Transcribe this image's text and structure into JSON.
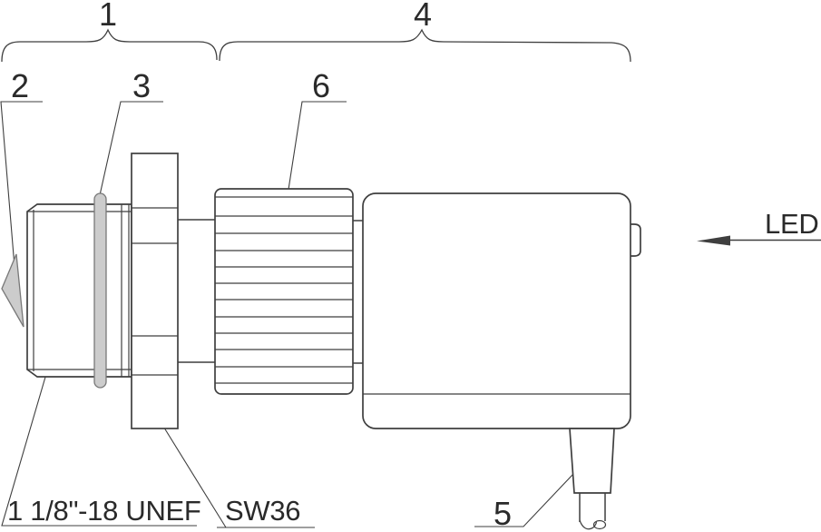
{
  "callouts": {
    "1": "1",
    "2": "2",
    "3": "3",
    "4": "4",
    "5": "5",
    "6": "6"
  },
  "labels": {
    "thread_spec": "1 1/8\"-18 UNEF",
    "wrench_size": "SW36",
    "led": "LED"
  },
  "colors": {
    "line": "#3f3f3f",
    "text": "#2a2a2a",
    "gray_fill": "#cccccc",
    "background": "#ffffff"
  }
}
